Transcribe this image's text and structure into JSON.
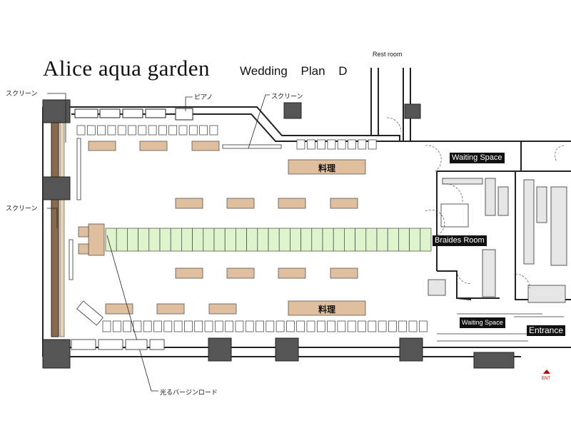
{
  "header": {
    "title": "Alice aqua garden",
    "subtitle": "Wedding   Plan   D"
  },
  "labels": {
    "rest_room": "Rest room",
    "screen_top_left": "スクリーン",
    "screen_left_mid": "スクリーン",
    "screen_top_center": "スクリーン",
    "piano": "ピアノ",
    "virgin_road": "光るバージンロード",
    "waiting_space_top": "Waiting Space",
    "braides_room": "Braides Room",
    "waiting_space_bottom": "Waiting Space",
    "entrance": "Entrance",
    "ent_marker": "ENT"
  },
  "buffet": {
    "top": "料理",
    "bottom": "料理"
  },
  "colors": {
    "table": "#dfbf9e",
    "virgin_road": "#dff3cc",
    "pillar": "#555555",
    "wall": "#222222",
    "ent_marker": "#c00000"
  }
}
